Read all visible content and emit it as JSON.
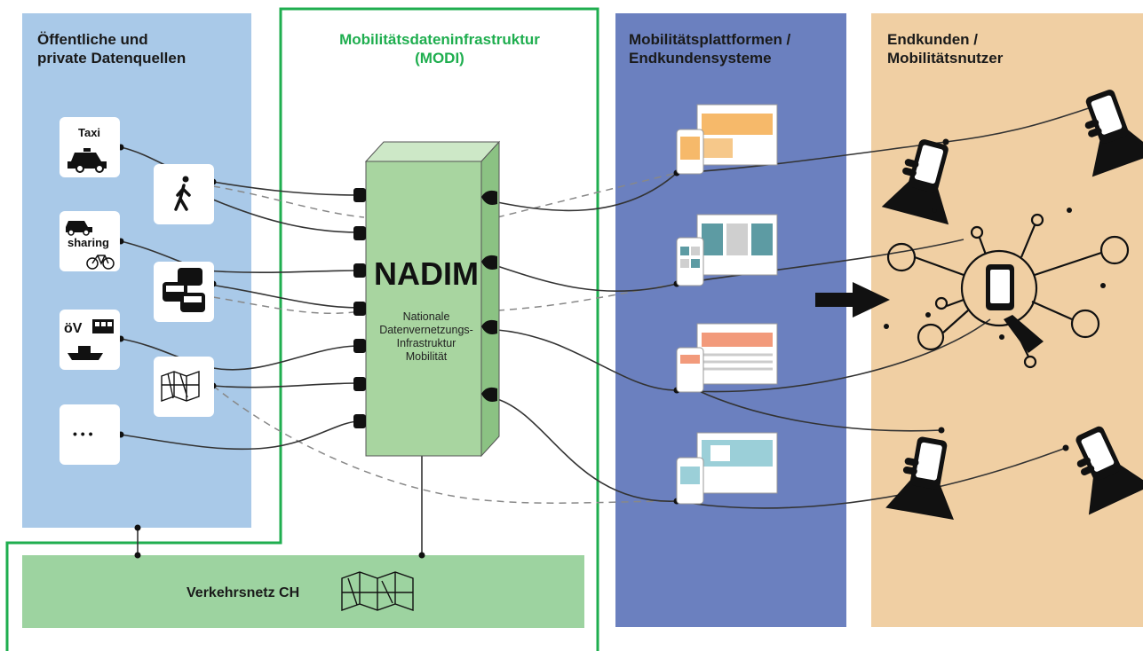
{
  "columns": {
    "sources": {
      "title": "Öffentliche und\nprivate Datenquellen"
    },
    "modi": {
      "title": "Mobilitätsdateninfrastruktur\n(MODI)"
    },
    "platforms": {
      "title": "Mobilitätsplattformen /\nEndkundensysteme"
    },
    "customers": {
      "title": "Endkunden /\nMobilitätsnutzer"
    }
  },
  "nadim": {
    "title": "NADIM",
    "subtitle": "Nationale\nDatenvernetzungs-\nInfrastruktur\nMobilität"
  },
  "sources": {
    "taxi": "Taxi",
    "sharing": "sharing",
    "ov": "öV",
    "more": "• • •"
  },
  "network": {
    "label": "Verkehrsnetz CH"
  },
  "colors": {
    "sources_bg": "#a9c9e8",
    "modi_border": "#1fae4f",
    "modi_title": "#1fae4f",
    "nadim_box": "#a8d5a0",
    "network_bg": "#9dd3a0",
    "platforms_bg": "#6b80bf",
    "customers_bg": "#f0cfa3",
    "line": "#444444"
  },
  "icons": [
    "taxi-icon",
    "pedestrian-icon",
    "car-sharing-icon",
    "bike-icon",
    "traffic-cars-icon",
    "public-transport-icon",
    "map-icon",
    "phone-hand-icon",
    "arrow-right-icon",
    "web-device-icon"
  ]
}
